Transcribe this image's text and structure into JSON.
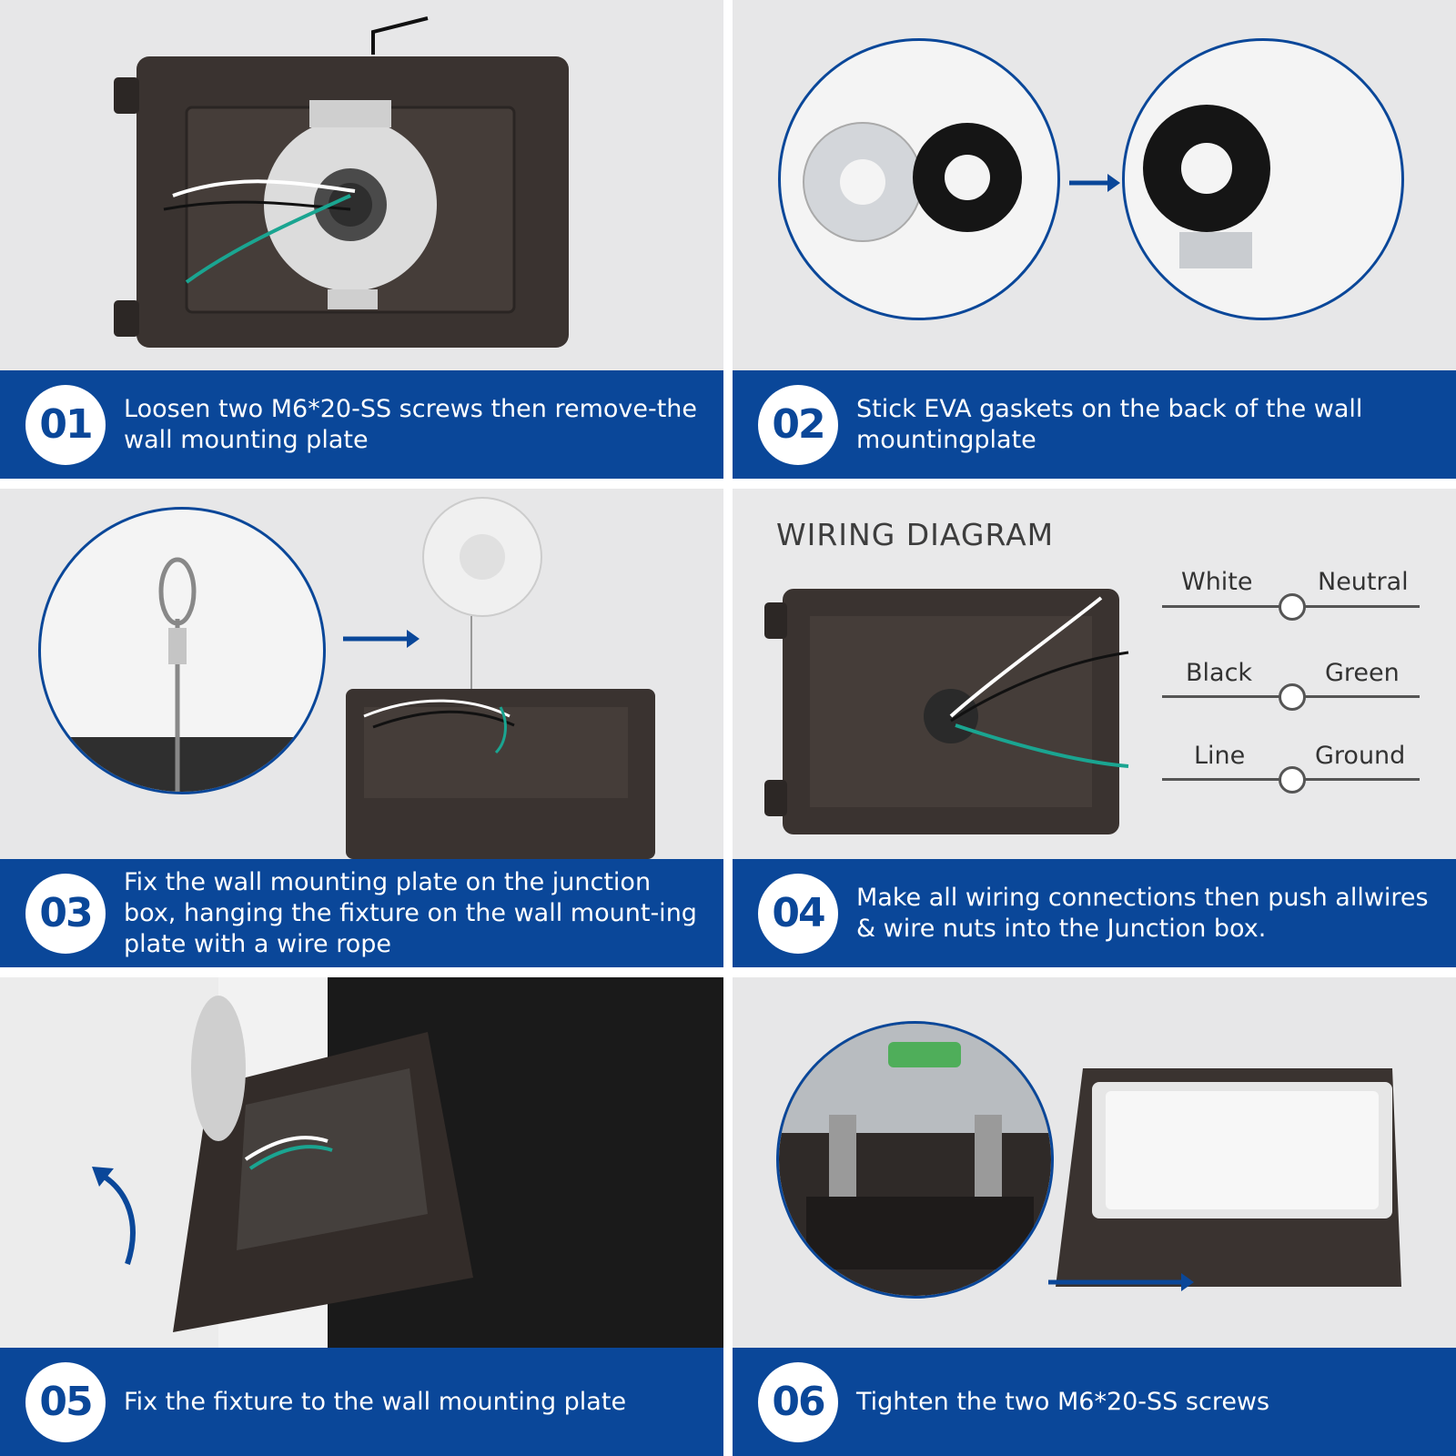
{
  "steps": [
    {
      "num": "01",
      "text": "Loosen two M6*20-SS screws then remove-the wall mounting plate"
    },
    {
      "num": "02",
      "text": "Stick EVA gaskets on the back of the wall mountingplate"
    },
    {
      "num": "03",
      "text": "Fix the wall mounting plate on the junction box, hanging the fixture on the wall mount-ing plate with a wire rope"
    },
    {
      "num": "04",
      "text": "Make all wiring connections then push allwires & wire nuts into the Junction box."
    },
    {
      "num": "05",
      "text": "Fix the fixture to the wall mounting plate"
    },
    {
      "num": "06",
      "text": "Tighten the two M6*20-SS screws"
    }
  ],
  "wiring": {
    "title": "WIRING DIAGRAM",
    "pairs": [
      {
        "left": "White",
        "right": "Neutral"
      },
      {
        "left": "Black",
        "right": "Green"
      },
      {
        "left": "Line",
        "right": "Ground"
      }
    ]
  },
  "colors": {
    "brand_blue": "#0a4799",
    "panel_bg": "#e7e7e8",
    "housing": "#3a3330"
  },
  "icons": [
    "arrow-right-icon",
    "curved-arrow-up-icon"
  ]
}
